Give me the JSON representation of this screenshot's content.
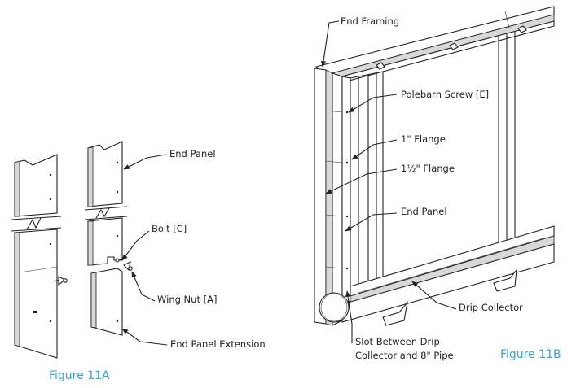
{
  "figure_a": {
    "caption": "Figure 11A",
    "labels": {
      "end_panel": "End Panel",
      "bolt": "Bolt [C]",
      "wing_nut": "Wing Nut [A]",
      "end_panel_extension": "End Panel Extension"
    }
  },
  "figure_b": {
    "caption": "Figure 11B",
    "labels": {
      "end_framing": "End Framing",
      "polebarn_screw": "Polebarn Screw [E]",
      "flange_1": "1\" Flange",
      "flange_1_5": "1½\" Flange",
      "end_panel": "End Panel",
      "drip_collector": "Drip Collector",
      "slot_line1": "Slot Between Drip",
      "slot_line2": "Collector and 8\" Pipe"
    }
  },
  "colors": {
    "caption": "#3aa3d8",
    "line": "#222222"
  }
}
